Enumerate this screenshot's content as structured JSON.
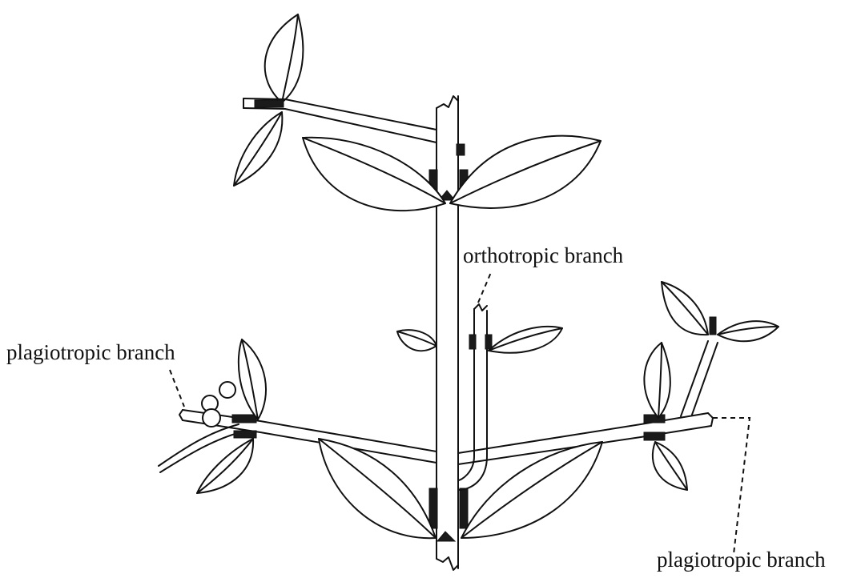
{
  "labels": {
    "orthotropic": "orthotropic branch",
    "plagiotropic_left": "plagiotropic branch",
    "plagiotropic_right": "plagiotropic branch"
  },
  "colors": {
    "ink": "#111111",
    "background": "#ffffff"
  }
}
